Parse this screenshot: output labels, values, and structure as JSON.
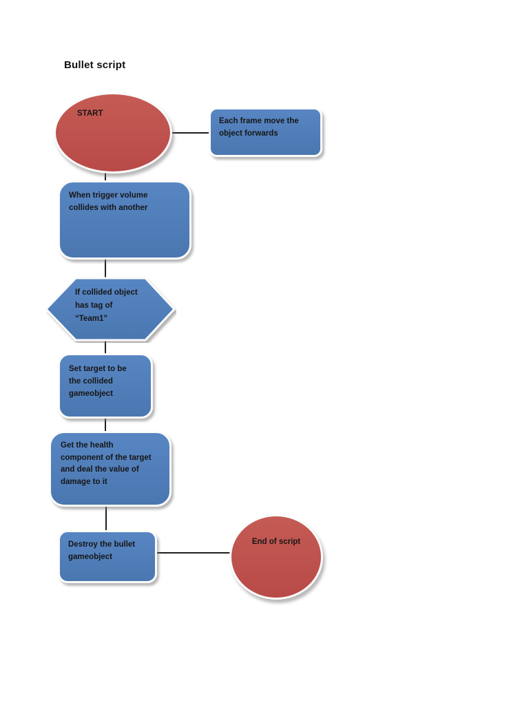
{
  "title": "Bullet script",
  "colors": {
    "shape_blue": "#4F81BD",
    "shape_red": "#C0504D",
    "shape_border": "#FBFBFB",
    "text": "#161616",
    "connector": "#1D1D1D",
    "background": "#FFFFFF"
  },
  "nodes": {
    "start": {
      "shape": "ellipse",
      "label": "START"
    },
    "each_frame": {
      "shape": "rounded-rectangle",
      "label": "Each frame move the\nobject forwards"
    },
    "trigger": {
      "shape": "rounded-rectangle",
      "label": "When trigger volume\ncollides with another"
    },
    "condition": {
      "shape": "hexagon",
      "label": "If collided object\nhas tag of\n“Team1”"
    },
    "set_target": {
      "shape": "rounded-rectangle",
      "label": "Set target to be\nthe collided\ngameobject"
    },
    "health": {
      "shape": "rounded-rectangle",
      "label": "Get the health\ncomponent of the target\nand deal the value of\ndamage to it"
    },
    "destroy": {
      "shape": "rounded-rectangle",
      "label": "Destroy the bullet\ngameobject"
    },
    "end": {
      "shape": "circle",
      "label": "End of script"
    }
  },
  "connectors": [
    {
      "from": "start",
      "to": "each_frame",
      "orientation": "horizontal"
    },
    {
      "from": "start",
      "to": "trigger",
      "orientation": "vertical"
    },
    {
      "from": "trigger",
      "to": "condition",
      "orientation": "vertical"
    },
    {
      "from": "condition",
      "to": "set_target",
      "orientation": "vertical"
    },
    {
      "from": "set_target",
      "to": "health",
      "orientation": "vertical"
    },
    {
      "from": "health",
      "to": "destroy",
      "orientation": "vertical"
    },
    {
      "from": "destroy",
      "to": "end",
      "orientation": "horizontal"
    }
  ]
}
